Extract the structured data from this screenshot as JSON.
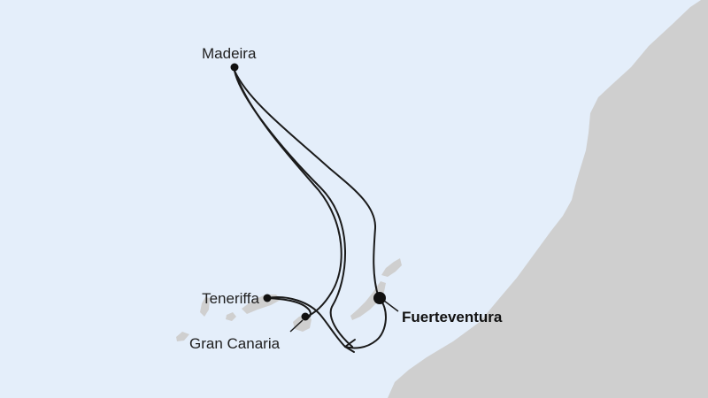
{
  "colors": {
    "sea": "#e4eefa",
    "land": "#cfcfcf",
    "route": "#1a1a1a",
    "text": "#1f1f1f"
  },
  "ports": [
    {
      "id": "madeira",
      "name": "Madeira",
      "emphasis": false
    },
    {
      "id": "teneriffa",
      "name": "Teneriffa",
      "emphasis": false
    },
    {
      "id": "gran-canaria",
      "name": "Gran Canaria",
      "emphasis": false
    },
    {
      "id": "fuerteventura",
      "name": "Fuerteventura",
      "emphasis": true,
      "start_port": true
    }
  ]
}
